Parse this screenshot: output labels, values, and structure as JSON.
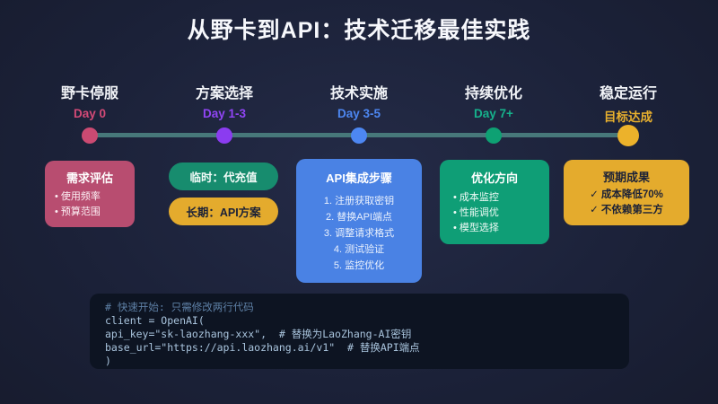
{
  "title": "从野卡到API：技术迁移最佳实践",
  "timeline": {
    "milestones": [
      {
        "title": "野卡停服",
        "subtitle": "Day 0",
        "color": "#d44a77"
      },
      {
        "title": "方案选择",
        "subtitle": "Day 1-3",
        "color": "#9045f5"
      },
      {
        "title": "技术实施",
        "subtitle": "Day 3-5",
        "color": "#4d87f2"
      },
      {
        "title": "持续优化",
        "subtitle": "Day 7+",
        "color": "#16b28c"
      },
      {
        "title": "稳定运行",
        "subtitle": "目标达成",
        "color": "#e8b02e"
      }
    ]
  },
  "cards": {
    "assessment": {
      "title": "需求评估",
      "items": [
        "• 使用频率",
        "• 预算范围"
      ],
      "color": "#b84d70"
    },
    "temp_option": {
      "label": "临时：代充值",
      "color": "#178c6e"
    },
    "long_option": {
      "label": "长期：API方案",
      "color": "#e4ab2d"
    },
    "api_steps": {
      "title": "API集成步骤",
      "steps": [
        "1. 注册获取密钥",
        "2. 替换API端点",
        "3. 调整请求格式",
        "4. 测试验证",
        "5. 监控优化"
      ],
      "color": "#4a82e4"
    },
    "optimization": {
      "title": "优化方向",
      "items": [
        "• 成本监控",
        "• 性能调优",
        "• 模型选择"
      ],
      "color": "#0f9e76"
    },
    "outcomes": {
      "title": "预期成果",
      "items": [
        "✓ 成本降低70%",
        "✓ 不依赖第三方"
      ],
      "color": "#e4ab2d"
    }
  },
  "code_block": {
    "comment": "# 快速开始: 只需修改两行代码",
    "lines": [
      "client = OpenAI(",
      "api_key=\"sk-laozhang-xxx\",  # 替换为LaoZhang-AI密钥",
      "base_url=\"https://api.laozhang.ai/v1\"  # 替换API端点",
      ")"
    ]
  },
  "colors": {
    "background": "#1b2138",
    "timeline_line": "#47787a",
    "code_background": "#0d1422",
    "code_comment": "#5e80a6",
    "code_text": "#a9c4dd"
  }
}
